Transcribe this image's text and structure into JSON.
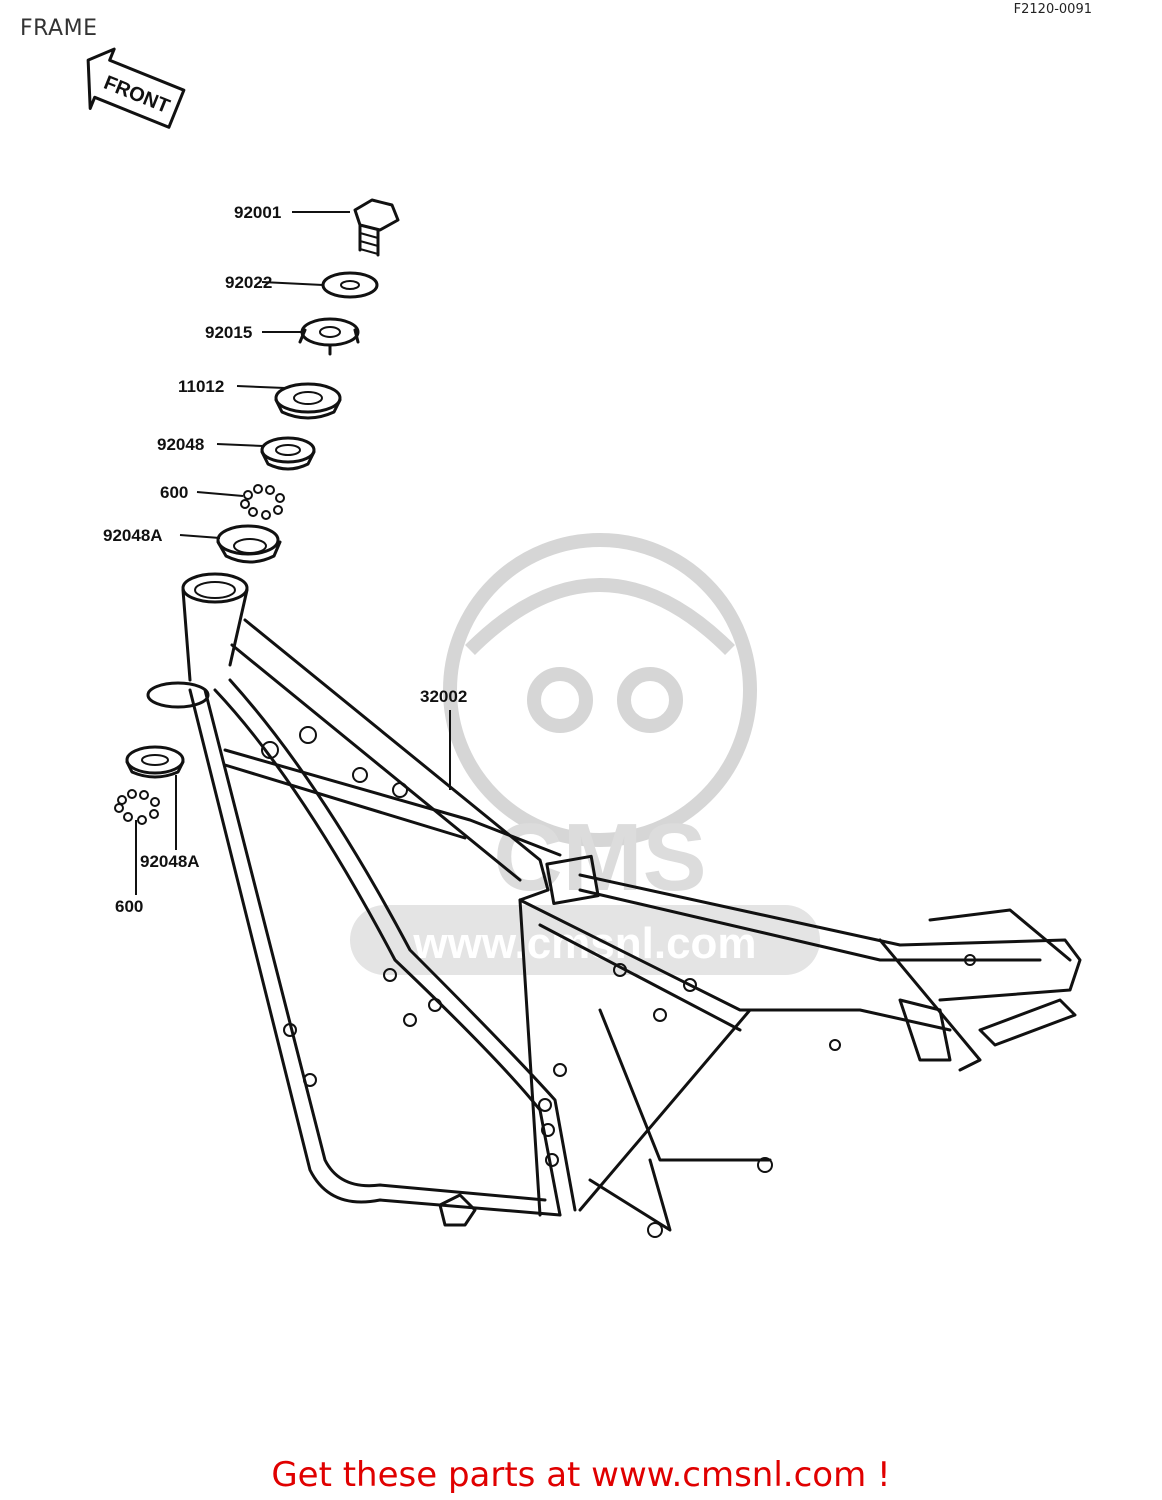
{
  "header": {
    "title": "FRAME",
    "code": "F2120-0091",
    "front_arrow": "FRONT"
  },
  "parts": [
    {
      "id": "p1",
      "number": "92001"
    },
    {
      "id": "p2",
      "number": "92022"
    },
    {
      "id": "p3",
      "number": "92015"
    },
    {
      "id": "p4",
      "number": "11012"
    },
    {
      "id": "p5",
      "number": "92048"
    },
    {
      "id": "p6",
      "number": "600"
    },
    {
      "id": "p7",
      "number": "92048A"
    },
    {
      "id": "p8",
      "number": "32002"
    },
    {
      "id": "p9",
      "number": "92048A"
    },
    {
      "id": "p10",
      "number": "600"
    }
  ],
  "watermark": {
    "brand": "CMS",
    "site": "www.cmsnl.com",
    "color": "#d6d6d6"
  },
  "footer": {
    "cta": "Get these parts at www.cmsnl.com !",
    "color": "#e00000"
  }
}
